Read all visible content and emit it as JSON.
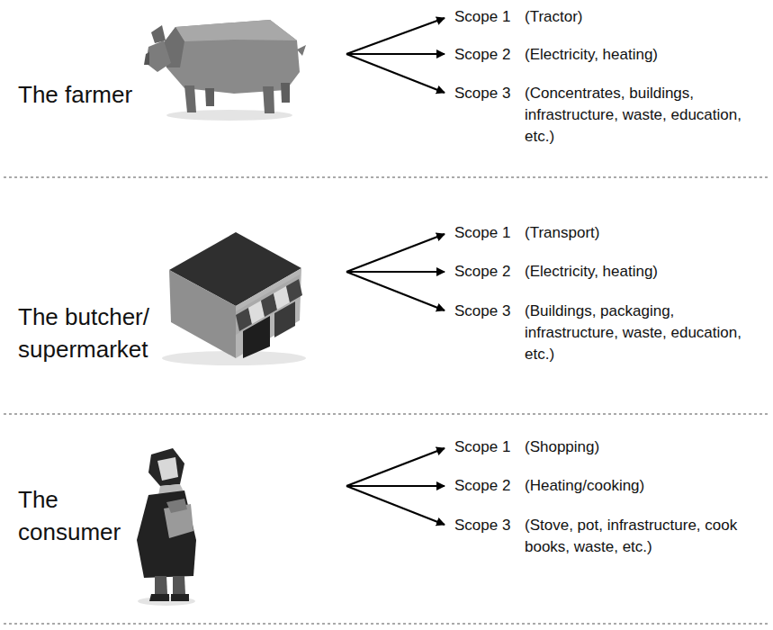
{
  "diagram": {
    "labels": [
      "The farmer",
      "Scope 1",
      "(Tractor)",
      "Scope 2",
      "(Electricity, heating)",
      "Scope 3",
      "(Concentrates, buildings, infrastructure, waste, education, etc.)",
      "The butcher/ supermarket",
      "Scope 1",
      "(Transport)",
      "Scope 2",
      "(Electricity, heating)",
      "Scope 3",
      "(Buildings, packaging, infrastructure, waste, education, etc.)",
      "The consumer",
      "Scope 1",
      "(Shopping)",
      "Scope 2",
      "(Heating/cooking)",
      "Scope 3",
      "(Stove, pot, infrastructure, cook books, waste, etc.)"
    ]
  }
}
